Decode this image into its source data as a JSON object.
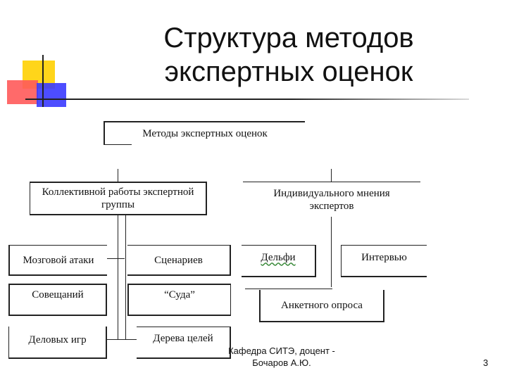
{
  "slide": {
    "title_line1": "Структура методов",
    "title_line2": "экспертных оценок"
  },
  "diagram": {
    "root": "Методы экспертных оценок",
    "branch_collective": "Коллективной работы экспертной группы",
    "branch_individual": "Индивидуального мнения экспертов",
    "collective_methods": {
      "brainstorm": "Мозговой атаки",
      "scenarios": "Сценариев",
      "meetings": "Совещаний",
      "court": "“Суда”",
      "business_games": "Деловых игр",
      "goal_tree": "Дерева целей"
    },
    "individual_methods": {
      "delphi": "Дельфи",
      "interview": "Интервью",
      "questionnaire": "Анкетного опроса"
    }
  },
  "footer": {
    "author": "Кафедра СИТЭ, доцент - Бочаров А.Ю.",
    "page_number": "3"
  },
  "colors": {
    "deco_yellow": "#ffd51a",
    "deco_red": "#ff5a5a",
    "deco_blue": "#3a3aff"
  }
}
